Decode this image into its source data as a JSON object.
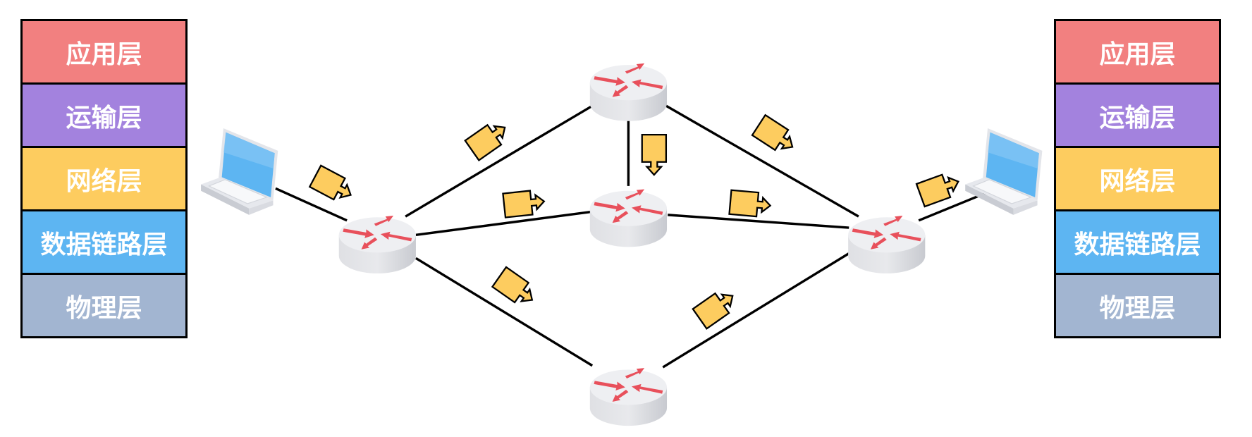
{
  "layers": [
    {
      "label": "应用层",
      "color": "#f28080"
    },
    {
      "label": "运输层",
      "color": "#a382de"
    },
    {
      "label": "网络层",
      "color": "#fdcc5f"
    },
    {
      "label": "数据链路层",
      "color": "#5db5f2"
    },
    {
      "label": "物理层",
      "color": "#a2b5d1"
    }
  ],
  "colors": {
    "packet": "#fdcc5f",
    "router_arrow": "#e8505b",
    "link": "#000000",
    "screen": "#5db5f2"
  }
}
